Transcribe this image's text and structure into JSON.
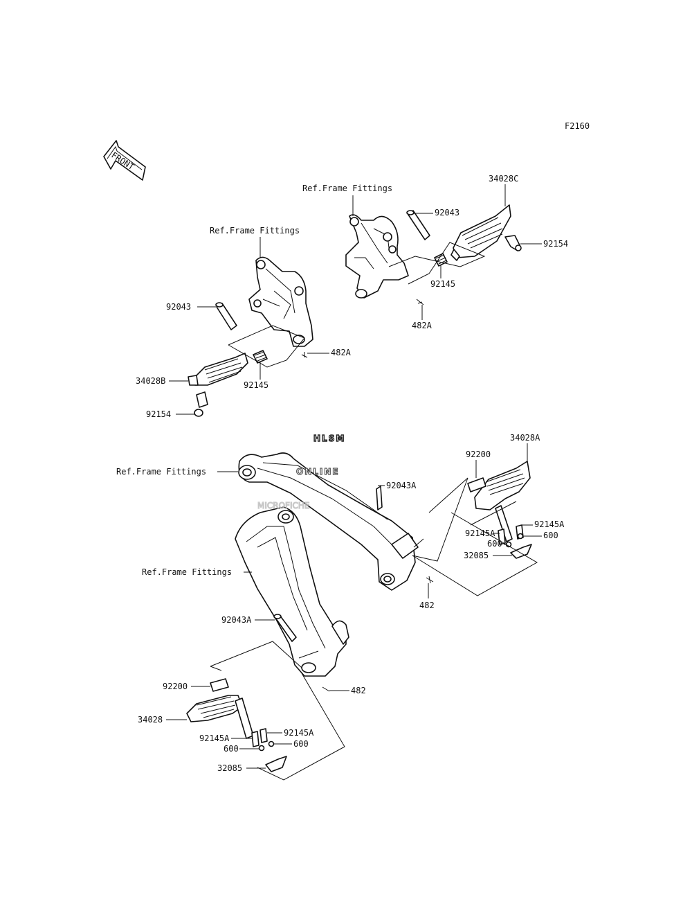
{
  "diagram_code": "F2160",
  "front_arrow": {
    "label": "FRONT",
    "icon": "front-direction-arrow-icon"
  },
  "watermark": {
    "line1": "HLSM",
    "line2": "ONLINE",
    "line3": "MICROFICHE"
  },
  "labels": {
    "ref_frame_1": "Ref.Frame Fittings",
    "ref_frame_2": "Ref.Frame Fittings",
    "ref_frame_3": "Ref.Frame Fittings",
    "ref_frame_4": "Ref.Frame Fittings",
    "p_34028C": "34028C",
    "p_92043_r": "92043",
    "p_92154_r": "92154",
    "p_92145_r": "92145",
    "p_482A_r": "482A",
    "p_92043_l": "92043",
    "p_482A_l": "482A",
    "p_92145_l": "92145",
    "p_34028B": "34028B",
    "p_92154_l": "92154",
    "p_34028A": "34028A",
    "p_92200_r": "92200",
    "p_92043A_r": "92043A",
    "p_92145A_r1": "92145A",
    "p_92145A_r2": "92145A",
    "p_600_r1": "600",
    "p_600_r2": "600",
    "p_32085_r": "32085",
    "p_482_r": "482",
    "p_92043A_l": "92043A",
    "p_482_l": "482",
    "p_92200_l": "92200",
    "p_34028": "34028",
    "p_92145A_l1": "92145A",
    "p_92145A_l2": "92145A",
    "p_600_l1": "600",
    "p_600_l2": "600",
    "p_32085_l": "32085"
  }
}
